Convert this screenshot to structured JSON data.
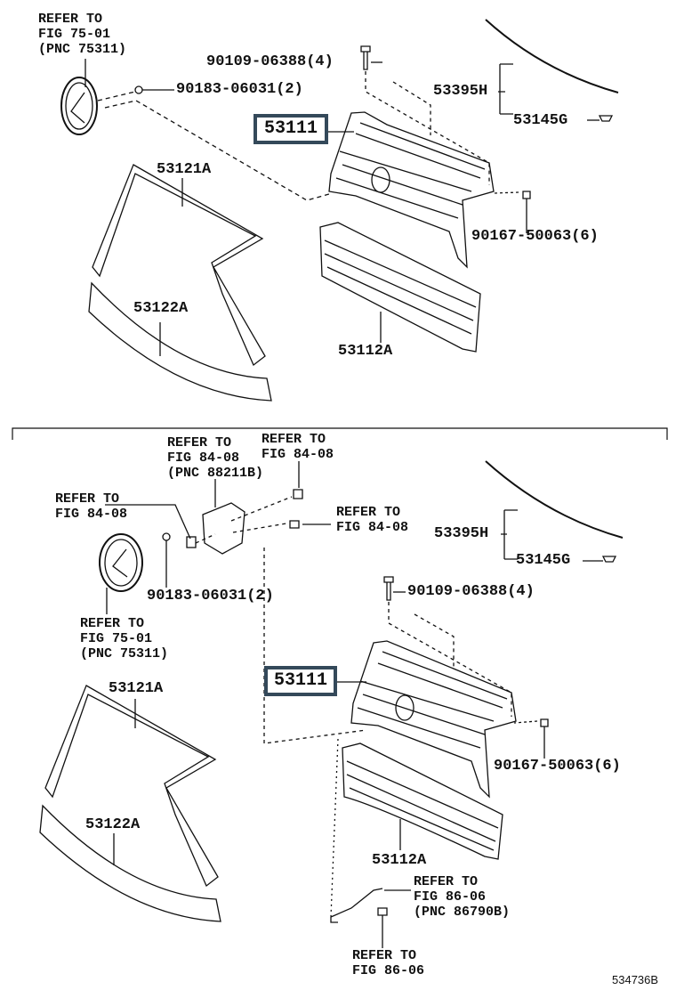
{
  "top": {
    "emblem_ref": [
      "REFER TO",
      "FIG 75-01",
      "(PNC 75311)"
    ],
    "bolt": "90109-06388(4)",
    "emblem_nut": "90183-06031(2)",
    "grille": "53111",
    "molding_group": "53395H",
    "molding_clip": "53145G",
    "upper_molding": "53121A",
    "clip": "90167-50063(6)",
    "lower_molding": "53122A",
    "lower_grille": "53112A"
  },
  "bottom": {
    "sensor_ref": [
      "REFER TO",
      "FIG 84-08",
      "(PNC 88211B)"
    ],
    "sensor_bolt_ref": [
      "REFER TO",
      "FIG 84-08"
    ],
    "sensor_nut_ref": [
      "REFER TO",
      "FIG 84-08"
    ],
    "sensor_screw_ref": [
      "REFER TO",
      "FIG 84-08"
    ],
    "molding_group": "53395H",
    "molding_clip": "53145G",
    "emblem_nut": "90183-06031(2)",
    "bolt": "90109-06388(4)",
    "emblem_ref": [
      "REFER TO",
      "FIG 75-01",
      "(PNC 75311)"
    ],
    "grille": "53111",
    "upper_molding": "53121A",
    "clip": "90167-50063(6)",
    "lower_molding": "53122A",
    "lower_grille": "53112A",
    "camera_ref": [
      "REFER TO",
      "FIG 86-06",
      "(PNC 86790B)"
    ],
    "camera_bolt_ref": [
      "REFER TO",
      "FIG 86-06"
    ]
  },
  "figure_id": "534736B"
}
